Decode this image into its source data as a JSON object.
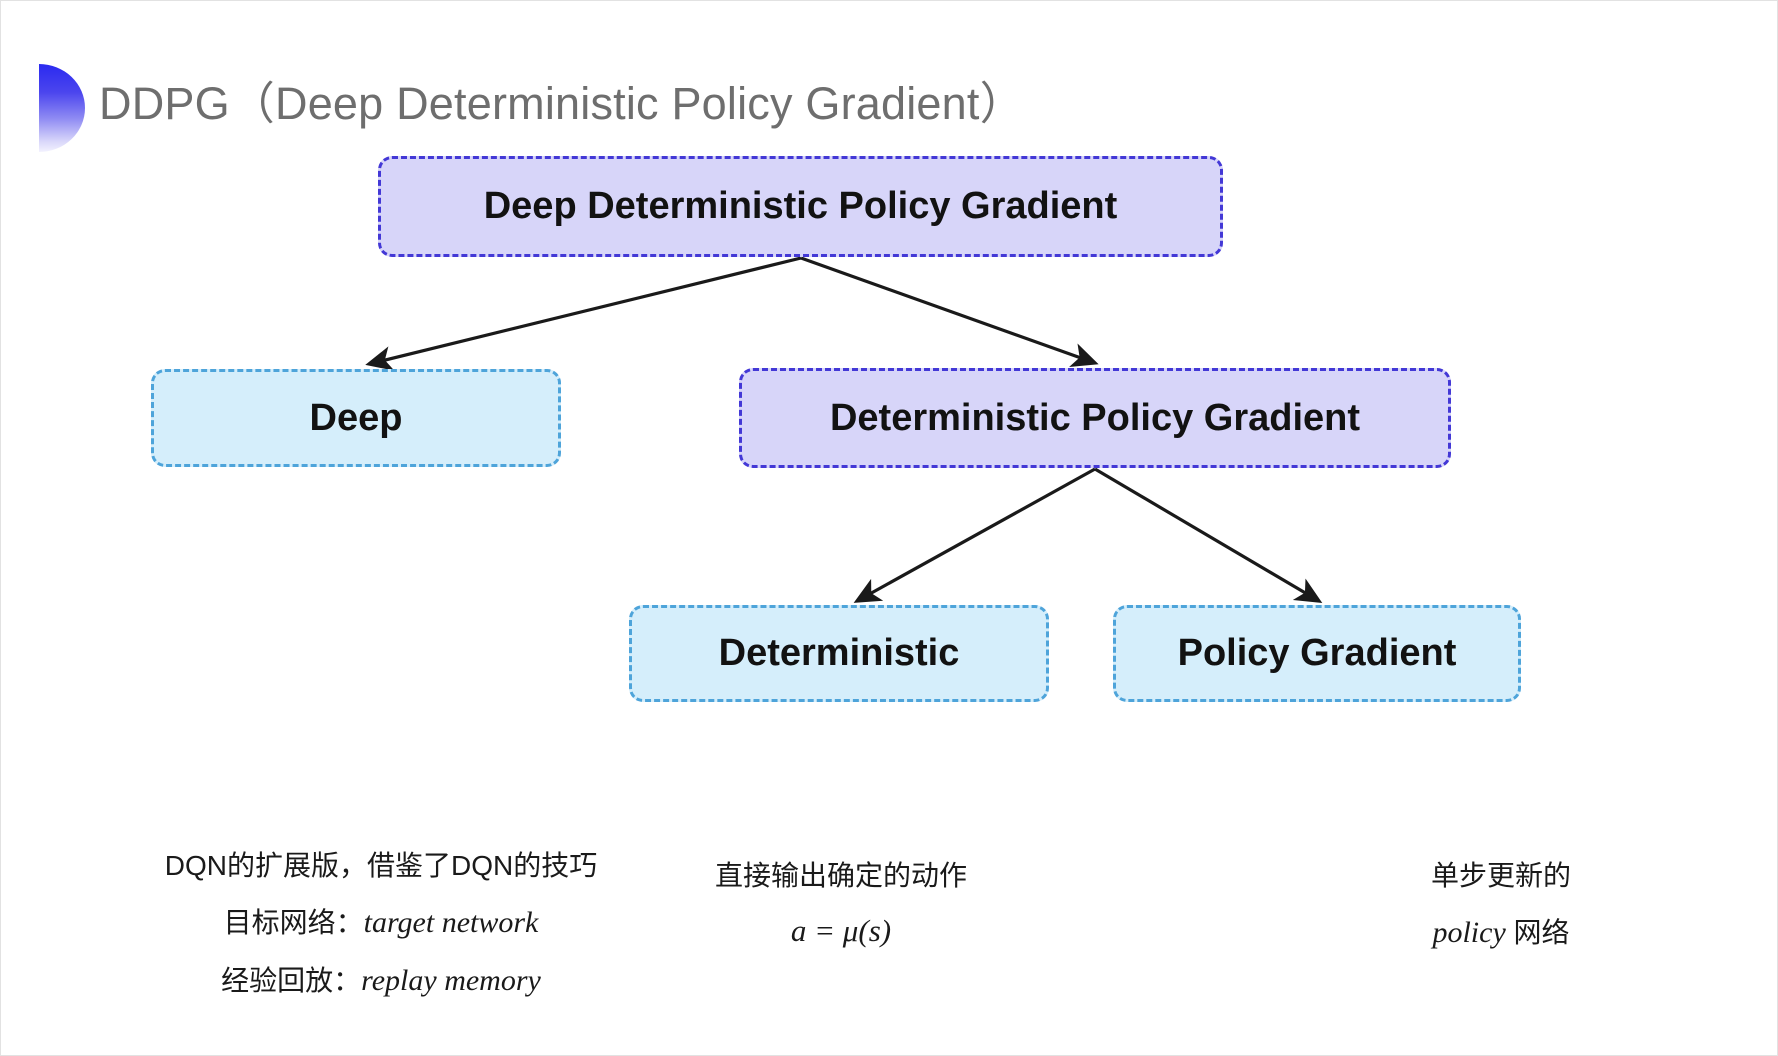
{
  "slide": {
    "title": "DDPG（Deep Deterministic Policy Gradient）",
    "accent_purple_fill": "#d7d5f9",
    "accent_purple_border": "#4338d6",
    "accent_cyan_fill": "#d5eefb",
    "accent_cyan_border": "#4ea4da",
    "title_color": "#6e6e6e",
    "bullet_gradient_from": "#2a2af0",
    "bullet_gradient_to": "#f3f2fe",
    "background": "#ffffff"
  },
  "diagram": {
    "nodes": [
      {
        "id": "root",
        "label": "Deep Deterministic Policy Gradient",
        "style": "purple"
      },
      {
        "id": "deep",
        "label": "Deep",
        "style": "cyan"
      },
      {
        "id": "dpg",
        "label": "Deterministic Policy Gradient",
        "style": "purple"
      },
      {
        "id": "deterministic",
        "label": "Deterministic",
        "style": "cyan"
      },
      {
        "id": "policy_gradient",
        "label": "Policy Gradient",
        "style": "cyan"
      }
    ],
    "edges": [
      {
        "from": "root",
        "to": "deep"
      },
      {
        "from": "root",
        "to": "dpg"
      },
      {
        "from": "dpg",
        "to": "deterministic"
      },
      {
        "from": "dpg",
        "to": "policy_gradient"
      }
    ]
  },
  "captions": {
    "deep": {
      "line1": "DQN的扩展版，借鉴了DQN的技巧",
      "line2_label": "目标网络：",
      "line2_value": "target network",
      "line3_label": "经验回放：",
      "line3_value": "replay memory"
    },
    "deterministic": {
      "line1": "直接输出确定的动作",
      "formula": "a = μ(s)"
    },
    "policy_gradient": {
      "line1": "单步更新的",
      "line2_value": "policy",
      "line2_suffix": " 网络"
    }
  }
}
